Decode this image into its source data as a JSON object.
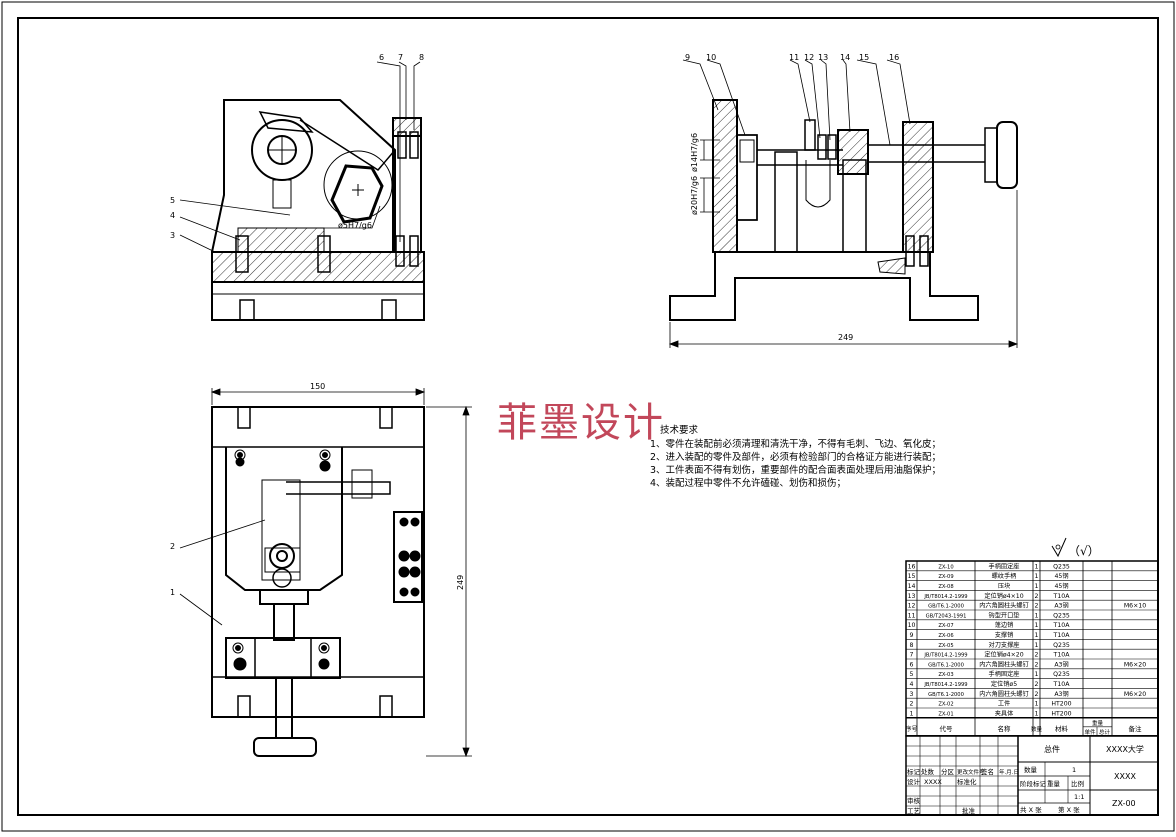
{
  "watermark": "菲墨设计",
  "balloons": [
    "1",
    "2",
    "3",
    "4",
    "5",
    "6",
    "7",
    "8",
    "9",
    "10",
    "11",
    "12",
    "13",
    "14",
    "15",
    "16"
  ],
  "dims": {
    "front_fit": "ø5H7/g6",
    "side_fit_top": "ø14H7/g6",
    "side_fit_bottom": "ø20H7/g6",
    "side_length": "249",
    "plan_width": "150",
    "plan_length": "249"
  },
  "tech_req": {
    "title": "技术要求",
    "items": [
      "1、零件在装配前必须清理和清洗干净，不得有毛刺、飞边、氧化皮；",
      "2、进入装配的零件及部件，必须有检验部门的合格证方能进行装配；",
      "3、工件表面不得有划伤，重要部件的配合面表面处理后用油脂保护；",
      "4、装配过程中零件不允许磕碰、划伤和损伤；"
    ]
  },
  "roughness": "（√）",
  "bom": {
    "rows": [
      [
        "16",
        "ZX-10",
        "手柄固定座",
        "1",
        "Q235",
        ""
      ],
      [
        "15",
        "ZX-09",
        "螺纹手柄",
        "1",
        "45钢",
        ""
      ],
      [
        "14",
        "ZX-08",
        "压块",
        "1",
        "45钢",
        ""
      ],
      [
        "13",
        "JB/T8014.2-1999",
        "定位销ø4×10",
        "2",
        "T10A",
        ""
      ],
      [
        "12",
        "GB/T6.1-2000",
        "内六角圆柱头螺钉",
        "2",
        "A3钢",
        "M6×10"
      ],
      [
        "11",
        "GB/T2043-1991",
        "钩型开口垫",
        "1",
        "Q235",
        ""
      ],
      [
        "10",
        "ZX-07",
        "蓬边销",
        "1",
        "T10A",
        ""
      ],
      [
        "9",
        "ZX-06",
        "支撑销",
        "1",
        "T10A",
        ""
      ],
      [
        "8",
        "ZX-05",
        "对刀支撑座",
        "1",
        "Q235",
        ""
      ],
      [
        "7",
        "JB/T8014.2-1999",
        "定位销ø4×20",
        "2",
        "T10A",
        ""
      ],
      [
        "6",
        "GB/T6.1-2000",
        "内六角圆柱头螺钉",
        "2",
        "A3钢",
        "M6×20"
      ],
      [
        "5",
        "ZX-03",
        "手柄固定座",
        "1",
        "Q235",
        ""
      ],
      [
        "4",
        "JB/T8014.2-1999",
        "定位销ø5",
        "2",
        "T10A",
        ""
      ],
      [
        "3",
        "GB/T6.1-2000",
        "内六角圆柱头螺钉",
        "2",
        "A3钢",
        "M6×20"
      ],
      [
        "2",
        "ZX-02",
        "工件",
        "1",
        "HT200",
        ""
      ],
      [
        "1",
        "ZX-01",
        "夹具体",
        "1",
        "HT200",
        ""
      ]
    ],
    "header": [
      "序号",
      "代号",
      "名称",
      "数量",
      "材料",
      "单件",
      "总计",
      "备注"
    ],
    "weight_label": "重量"
  },
  "title_block": {
    "assembly": "总件",
    "school": "XXXX大学",
    "drawing_name": "XXXX",
    "drawing_no": "ZX-00",
    "qty_label": "数量",
    "qty": "1",
    "scale_label": "比例",
    "scale": "1:1",
    "stage_label": "阶段标记",
    "weight_label": "重量",
    "sheets": "共 X 张",
    "sheet_no": "第 X 张",
    "rev_labels": [
      "标记",
      "处数",
      "分区",
      "更改文件号",
      "签名",
      "年.月.日"
    ],
    "role_labels": [
      "设计",
      "审核",
      "工艺",
      "标准化",
      "批准"
    ],
    "designer": "XXXX"
  }
}
